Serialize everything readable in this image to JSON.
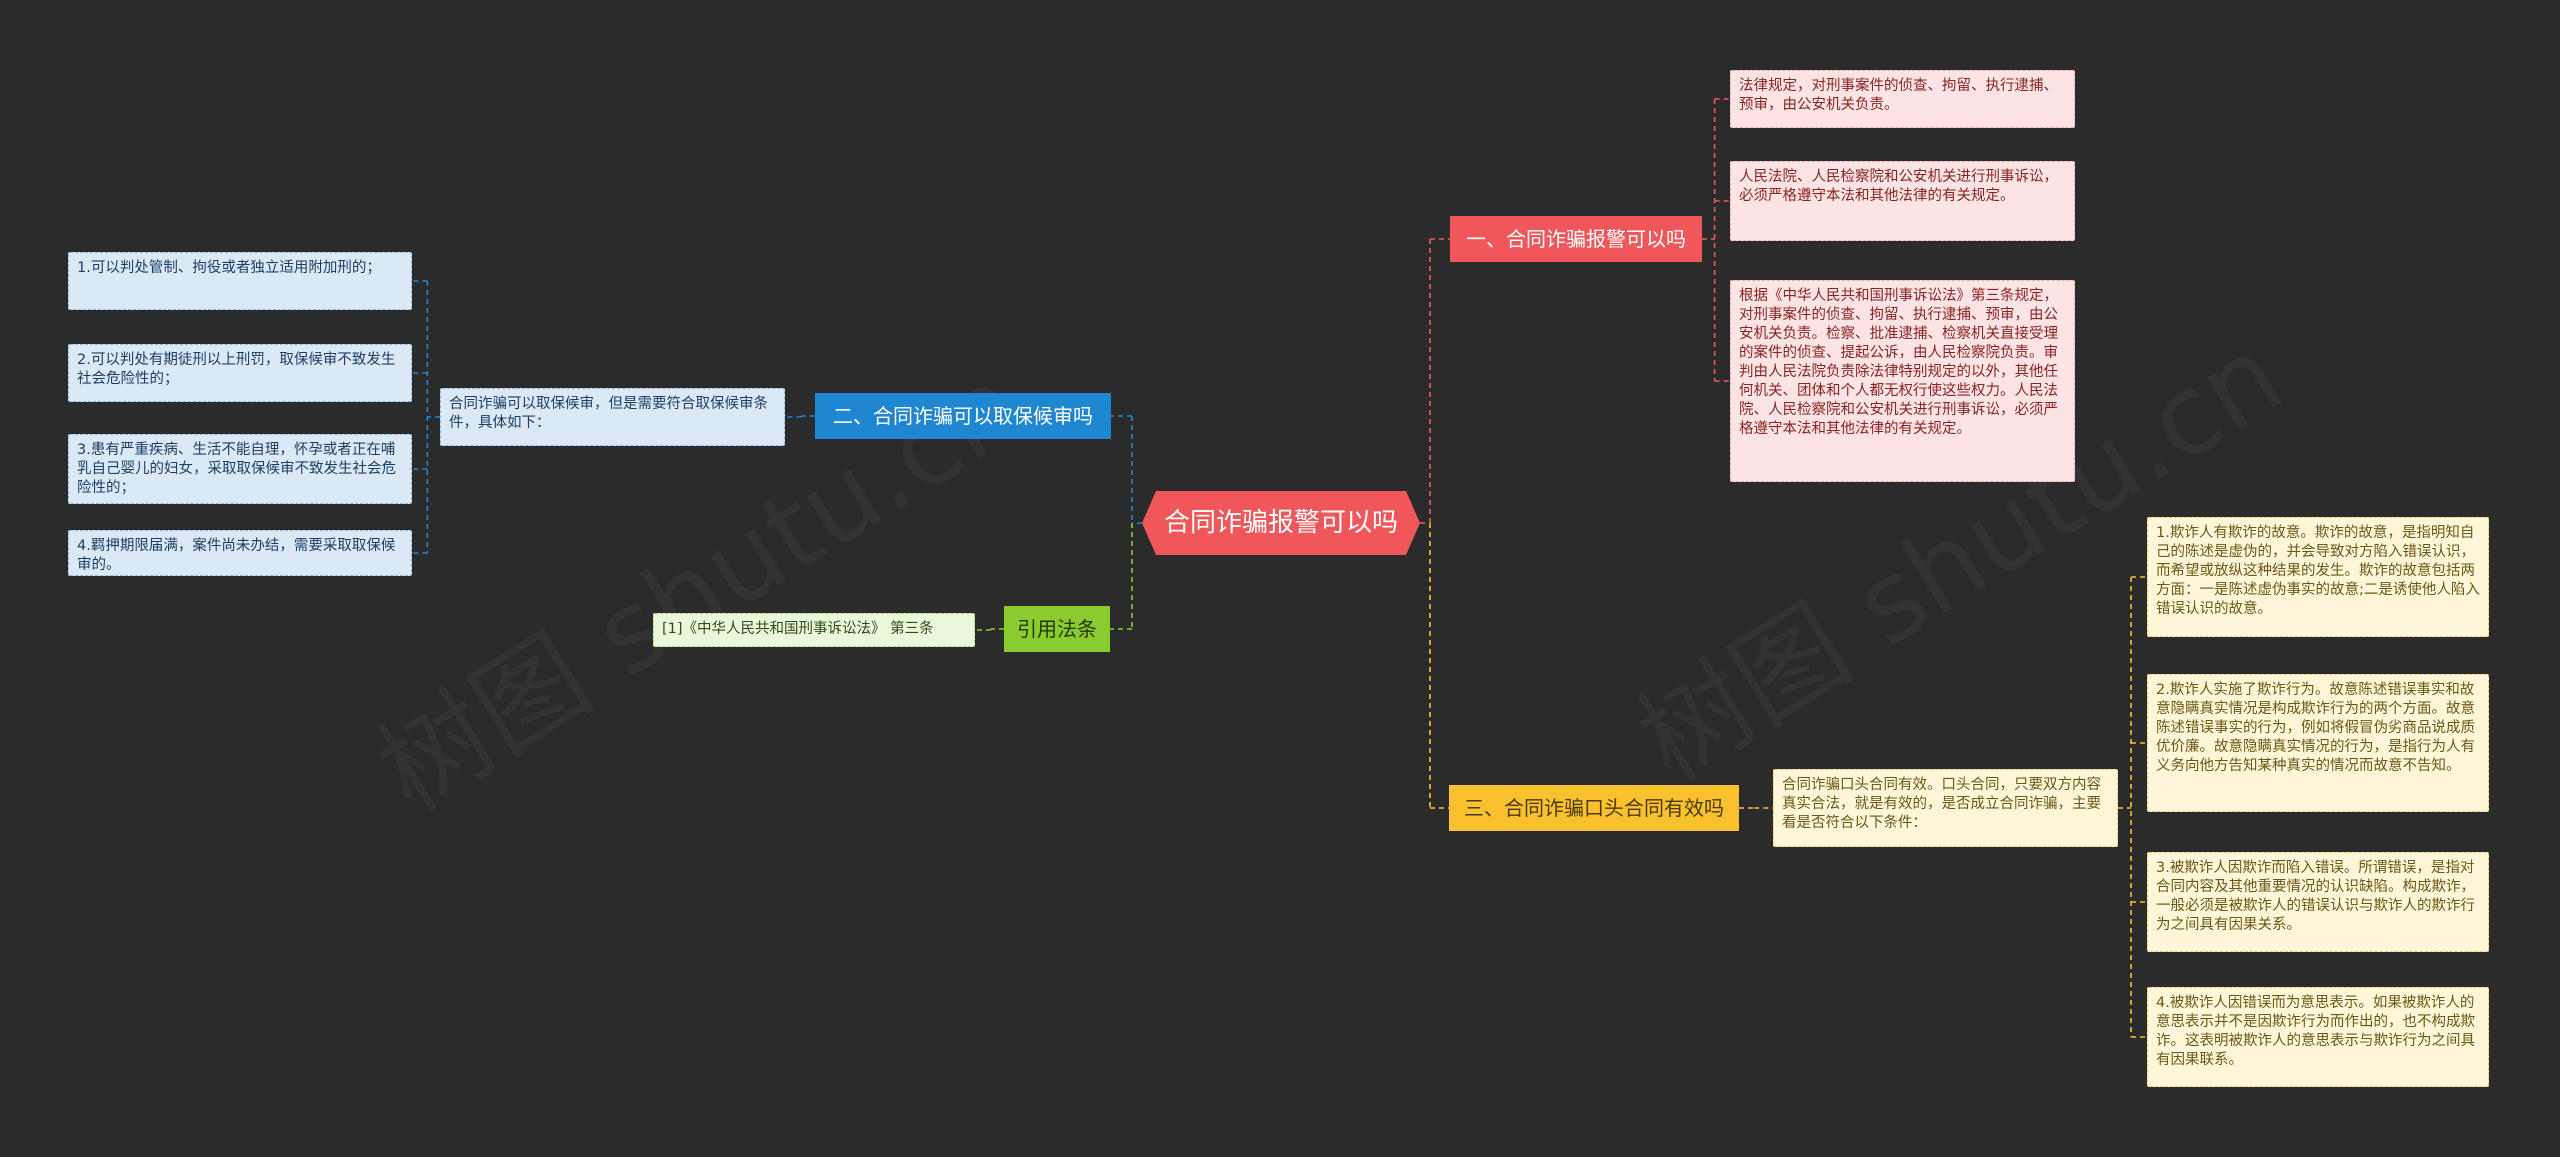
{
  "root": {
    "label": "合同诈骗报警可以吗"
  },
  "branches": {
    "b1": {
      "label": "一、合同诈骗报警可以吗",
      "color": "#f0575b"
    },
    "b2": {
      "label": "二、合同诈骗可以取保候审吗",
      "color": "#1f86d1"
    },
    "b3": {
      "label": "三、合同诈骗口头合同有效吗",
      "color": "#f9c12e"
    },
    "b4": {
      "label": "引用法条",
      "color": "#8acb2d"
    }
  },
  "b1_leaves": [
    "法律规定，对刑事案件的侦查、拘留、执行逮捕、预审，由公安机关负责。",
    "人民法院、人民检察院和公安机关进行刑事诉讼，必须严格遵守本法和其他法律的有关规定。",
    "根据《中华人民共和国刑事诉讼法》第三条规定，对刑事案件的侦查、拘留、执行逮捕、预审，由公安机关负责。检察、批准逮捕、检察机关直接受理的案件的侦查、提起公诉，由人民检察院负责。审判由人民法院负责除法律特别规定的以外，其他任何机关、团体和个人都无权行使这些权力。人民法院、人民检察院和公安机关进行刑事诉讼，必须严格遵守本法和其他法律的有关规定。"
  ],
  "b2_mid": "合同诈骗可以取保候审，但是需要符合取保候审条件，具体如下：",
  "b2_leaves": [
    "1.可以判处管制、拘役或者独立适用附加刑的；",
    "2.可以判处有期徒刑以上刑罚，取保候审不致发生社会危险性的；",
    "3.患有严重疾病、生活不能自理，怀孕或者正在哺乳自己婴儿的妇女，采取取保候审不致发生社会危险性的；",
    "4.羁押期限届满，案件尚未办结，需要采取取保候审的。"
  ],
  "b3_mid": "合同诈骗口头合同有效。口头合同，只要双方内容真实合法，就是有效的，是否成立合同诈骗，主要看是否符合以下条件：",
  "b3_leaves": [
    "1.欺诈人有欺诈的故意。欺诈的故意，是指明知自己的陈述是虚伪的，并会导致对方陷入错误认识，而希望或放纵这种结果的发生。欺诈的故意包括两方面：一是陈述虚伪事实的故意;二是诱使他人陷入错误认识的故意。",
    "2.欺诈人实施了欺诈行为。故意陈述错误事实和故意隐瞒真实情况是构成欺诈行为的两个方面。故意陈述错误事实的行为，例如将假冒伪劣商品说成质优价廉。故意隐瞒真实情况的行为，是指行为人有义务向他方告知某种真实的情况而故意不告知。",
    "3.被欺诈人因欺诈而陷入错误。所谓错误，是指对合同内容及其他重要情况的认识缺陷。构成欺诈，一般必须是被欺诈人的错误认识与欺诈人的欺诈行为之间具有因果关系。",
    "4.被欺诈人因错误而为意思表示。如果被欺诈人的意思表示并不是因欺诈行为而作出的，也不构成欺诈。这表明被欺诈人的意思表示与欺诈行为之间具有因果联系。"
  ],
  "b4_leaf": "[1]《中华人民共和国刑事诉讼法》 第三条",
  "watermark": "树图 shutu.cn"
}
